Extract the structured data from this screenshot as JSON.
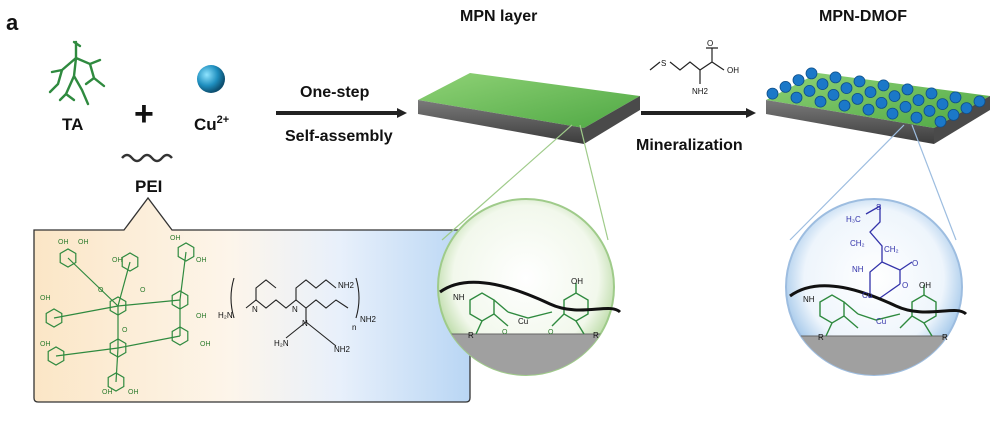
{
  "panel_letter": "a",
  "labels": {
    "ta": "TA",
    "plus": "+",
    "cu": "Cu",
    "cu_charge": "2+",
    "pei": "PEI",
    "step1_top": "One-step",
    "step1_bottom": "Self-assembly",
    "mpn_layer": "MPN layer",
    "mineralization": "Mineralization",
    "mpn_dmof": "MPN-DMOF"
  },
  "chem_labels": {
    "oh": "OH",
    "o": "O",
    "nh2": "NH2",
    "nh2_amino": "NH2",
    "nh": "NH",
    "n": "N",
    "n_sub": "n",
    "cu": "Cu",
    "r": "R",
    "s": "S",
    "ch2": "CH₂",
    "h3c": "H₃C",
    "h2n": "H₂N"
  },
  "colors": {
    "green": "#3f9a3f",
    "dark_green": "#2f7d2f",
    "ball_blue": "#1f8fbf",
    "mof_blue": "#1b78c8",
    "bond_blue": "#3333aa",
    "slab_top": "#6fc25a",
    "slab_side": "#5a5a5a"
  }
}
